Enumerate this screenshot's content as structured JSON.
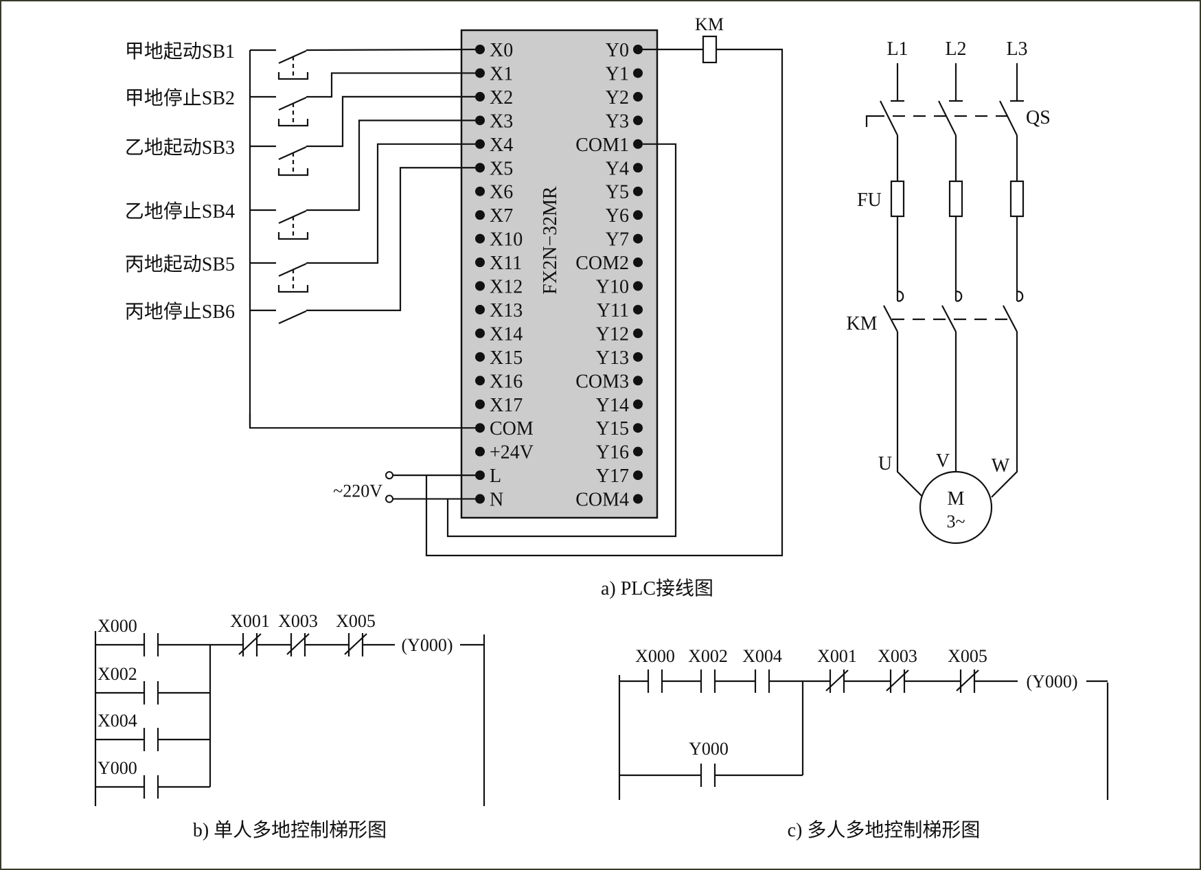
{
  "figure": {
    "switch_labels": [
      "甲地起动SB1",
      "甲地停止SB2",
      "乙地起动SB3",
      "乙地停止SB4",
      "丙地起动SB5",
      "丙地停止SB6"
    ],
    "plc": {
      "model": "FX2N−32MR",
      "inputs": [
        "X0",
        "X1",
        "X2",
        "X3",
        "X4",
        "X5",
        "X6",
        "X7",
        "X10",
        "X11",
        "X12",
        "X13",
        "X14",
        "X15",
        "X16",
        "X17",
        "COM",
        "+24V",
        "L",
        "N"
      ],
      "outputs": [
        "Y0",
        "Y1",
        "Y2",
        "Y3",
        "COM1",
        "Y4",
        "Y5",
        "Y6",
        "Y7",
        "COM2",
        "Y10",
        "Y11",
        "Y12",
        "Y13",
        "COM3",
        "Y14",
        "Y15",
        "Y16",
        "Y17",
        "COM4"
      ],
      "box_color": "#cccccc"
    },
    "coil_label": "KM",
    "supply_label": "~220V",
    "power_circuit": {
      "phases": [
        "L1",
        "L2",
        "L3"
      ],
      "disconnect_label": "QS",
      "fuse_label": "FU",
      "contactor_label": "KM",
      "motor_terminals": [
        "U",
        "V",
        "W"
      ],
      "motor_label": "M",
      "motor_sublabel": "3~"
    },
    "caption_a": "a) PLC接线图",
    "ladder_b": {
      "parallel_contacts": [
        "X000",
        "X002",
        "X004",
        "Y000"
      ],
      "series_nc_contacts": [
        "X001",
        "X003",
        "X005"
      ],
      "coil": "(Y000)",
      "caption": "b) 单人多地控制梯形图"
    },
    "ladder_c": {
      "series_no_contacts": [
        "X000",
        "X002",
        "X004"
      ],
      "hold_contact": "Y000",
      "series_nc_contacts": [
        "X001",
        "X003",
        "X005"
      ],
      "coil": "(Y000)",
      "caption": "c) 多人多地控制梯形图"
    }
  }
}
